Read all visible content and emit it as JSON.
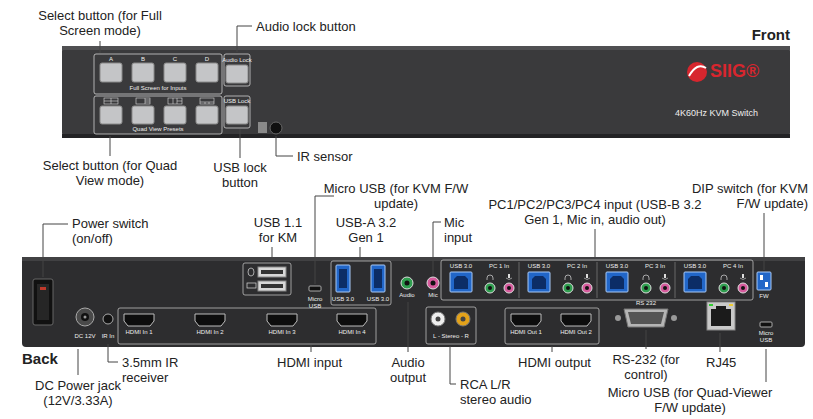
{
  "diagram": {
    "labels": [
      "Select button (for Full Screen mode)",
      "Audio lock button",
      "Front",
      "A",
      "B",
      "C",
      "D",
      "Audio Lock",
      "SIIG®",
      "Full Screen for Inputs",
      "USB Lock",
      "Quad View Presets",
      "4K60Hz KVM Switch",
      "Select button (for Quad View mode)",
      "USB lock button",
      "IR sensor",
      "Micro USB (for KVM F/W update)",
      "DIP switch (for KVM F/W update)",
      "Power switch (on/off)",
      "USB 1.1 for KM",
      "USB-A 3.2 Gen 1",
      "Mic input",
      "PC1/PC2/PC3/PC4 input (USB-B 3.2 Gen 1, Mic in, audio out)",
      "USB 3.0",
      "PC 1 In",
      "USB 3.0",
      "PC 2 In",
      "USB 3.0",
      "PC 3 In",
      "USB 3.0",
      "PC 4 In",
      "Audio",
      "Mic",
      "USB 3.0",
      "USB 3.0",
      "Micro USB",
      "FW",
      "RS 232",
      "DC 12V",
      "IR In",
      "HDMI In 1",
      "HDMI In 2",
      "HDMI In 3",
      "HDMI In 4",
      "L - Stereo - R",
      "HDMI Out 1",
      "HDMI Out 2",
      "Micro USB",
      "Back",
      "3.5mm IR receiver",
      "HDMI input",
      "Audio output",
      "RCA L/R stereo audio",
      "HDMI output",
      "RS-232 (for control)",
      "RJ45",
      "DC Power jack (12V/3.33A)",
      "Micro USB (for Quad-Viewer F/W update)"
    ]
  }
}
